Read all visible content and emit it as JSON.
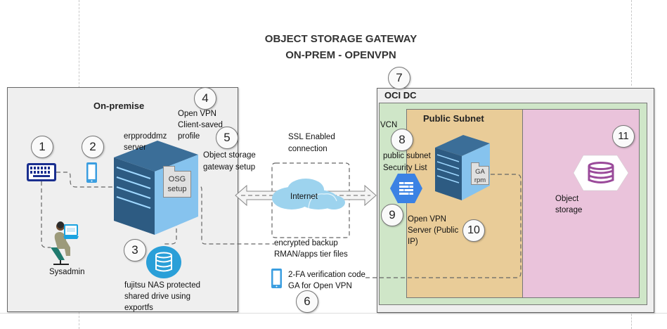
{
  "diagram": {
    "title_line1": "OBJECT STORAGE GATEWAY",
    "title_line2": "ON-PREM - OPENVPN",
    "on_premise": {
      "header": "On-premise",
      "server_label_1": "erpproddmz",
      "server_label_2": "server",
      "osg_box_1": "OSG",
      "osg_box_2": "setup",
      "openvpn_profile": [
        "Open VPN",
        "Client-saved",
        "profile"
      ],
      "osg_setup": [
        "Object storage",
        "gateway setup"
      ],
      "sysadmin": "Sysadmin",
      "nas": [
        "fujitsu NAS protected",
        "shared drive using",
        "exportfs"
      ]
    },
    "network": {
      "ssl": [
        "SSL Enabled",
        "connection"
      ],
      "internet": "Internet",
      "backup": [
        "encrypted backup",
        "RMAN/apps tier files"
      ],
      "twofa": [
        "2-FA verification code",
        "GA for Open VPN"
      ]
    },
    "oci": {
      "header": "OCI DC",
      "vcn": "VCN",
      "public_subnet": "Public Subnet",
      "security_list": [
        "public subnet",
        "Security List"
      ],
      "ga_box_1": "GA",
      "ga_box_2": "rpm",
      "vpn_server": [
        "Open VPN",
        "Server (Public",
        "IP)"
      ],
      "object_storage": [
        "Object",
        "storage"
      ]
    },
    "markers": [
      "1",
      "2",
      "3",
      "4",
      "5",
      "6",
      "7",
      "8",
      "9",
      "10",
      "11"
    ],
    "colors": {
      "vcn": "#cfe6c8",
      "subnet": "#e9cc98",
      "storage": "#eac3db",
      "onprem_box": "#efefef",
      "cloud": "#9dd3ee",
      "server": "#4f8fc4",
      "nas": "#2a9fd8",
      "firewall": "#3b82e4",
      "storage_icon": "#9a4a9a"
    }
  }
}
